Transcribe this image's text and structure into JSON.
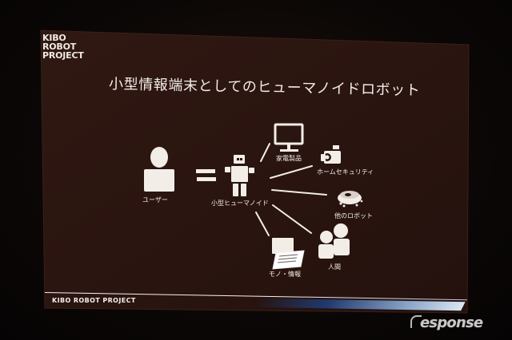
{
  "brand": {
    "logo_lines": [
      "KIBO",
      "ROBOT",
      "PROJECT"
    ],
    "footer_text": "KIBO ROBOT PROJECT"
  },
  "slide": {
    "title": "小型情報端末としてのヒューマノイドロボット",
    "labels": {
      "user": "ユーザー",
      "robot": "小型ヒューマノイド",
      "appliance": "家電製品",
      "security": "ホームセキュリティ",
      "other_robot": "他のロボット",
      "people": "人間",
      "info": "モノ・情報"
    }
  },
  "watermark": {
    "text": "esponse"
  },
  "colors": {
    "background": "#0b0706",
    "slide": "#2a1510",
    "text": "#f3ede8",
    "accent_band": "#203a70"
  }
}
